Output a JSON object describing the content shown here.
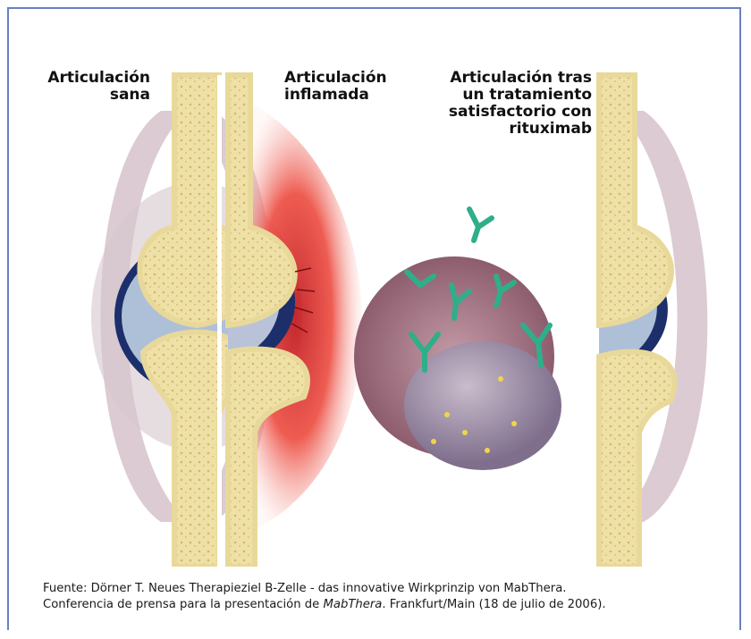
{
  "labels": {
    "healthy": "Articulación\nsana",
    "inflamed": "Articulación\ninflamada",
    "treated": "Articulación tras\nun tratamiento\nsatisfactorio con\nrituximab"
  },
  "caption": {
    "line1": "Fuente: Dörner T. Neues Therapieziel B-Zelle - das innovative Wirkprinzip von MabThera.",
    "line2_pre": "Conferencia de prensa para la presentación de ",
    "line2_em": "MabThera",
    "line2_post": ". Frankfurt/Main (18 de julio de 2006)."
  },
  "colors": {
    "frame": "#6b7fc4",
    "bone": "#f2e6b0",
    "bone_inner": "#e6d68e",
    "capsule": "#d9c9cf",
    "synovial_blue": "#1c2f6b",
    "cartilage": "#aebfd8",
    "inflammation": "#e8463c",
    "antibody": "#2fae8a",
    "cell": "#9a8aa6"
  }
}
